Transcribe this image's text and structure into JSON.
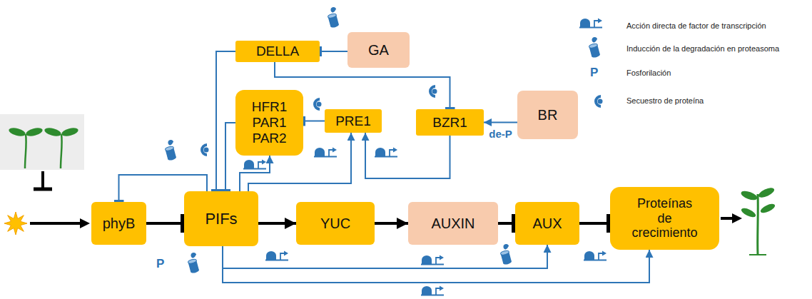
{
  "diagram": {
    "nodes": [
      {
        "text": [
          "DELLA"
        ]
      },
      {
        "text": [
          "GA"
        ]
      },
      {
        "text": [
          "HFR1 PAR1 PAR2"
        ]
      },
      {
        "text": [
          "PRE1"
        ]
      },
      {
        "text": [
          "BZR1"
        ]
      },
      {
        "text": [
          "BR"
        ]
      },
      {
        "text": [
          "phyB"
        ]
      },
      {
        "text": [
          "PIFs"
        ]
      },
      {
        "text": [
          "YUC"
        ]
      },
      {
        "text": [
          "AUXIN"
        ]
      },
      {
        "text": [
          "AUX"
        ]
      },
      {
        "text": [
          "Proteínas de crecimiento"
        ]
      }
    ],
    "edges": [
      {
        "from": 1,
        "to": 0,
        "arrow": "to"
      },
      {
        "from": 3,
        "to": 2,
        "arrow": "to"
      },
      {
        "from": 5,
        "to": 4,
        "label": "de-P",
        "arrow": "to"
      },
      {
        "from": 0,
        "to": 4,
        "arrow": "to"
      },
      {
        "from": 0,
        "to": 7,
        "arrow": "to"
      },
      {
        "from": 2,
        "to": 7,
        "arrow": "to"
      },
      {
        "from": 7,
        "to": 6,
        "arrow": "to"
      },
      {
        "from": 7,
        "to": 2,
        "arrow": "to"
      },
      {
        "from": 7,
        "to": 3,
        "arrow": "to"
      },
      {
        "from": 4,
        "to": 3,
        "arrow": "to"
      },
      {
        "from": 6,
        "to": 7,
        "arrow": "to"
      },
      {
        "from": 7,
        "to": 8,
        "arrow": "to"
      },
      {
        "from": 8,
        "to": 9,
        "arrow": "to"
      },
      {
        "from": 9,
        "to": 10,
        "arrow": "to"
      },
      {
        "from": 10,
        "to": 11,
        "arrow": "to"
      },
      {
        "from": 7,
        "to": 10,
        "arrow": "to"
      },
      {
        "from": 7,
        "to": 11,
        "arrow": "to"
      }
    ],
    "labels": [
      "P",
      "P"
    ],
    "legend": [
      {
        "text": "Acción directa de factor de transcripción"
      },
      {
        "text": "Inducción de la degradación en proteasoma"
      },
      {
        "text": "Fosforilación"
      },
      {
        "text": "Secuestro de proteína"
      }
    ]
  }
}
